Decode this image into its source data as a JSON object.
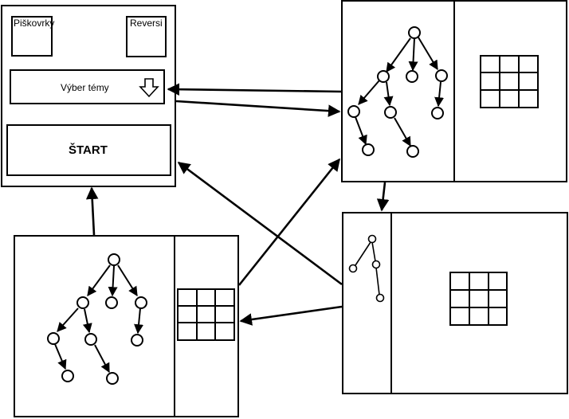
{
  "menu": {
    "game_option_1": "Piškovrky",
    "game_option_2": "Reversi",
    "theme_select": "Výber témy",
    "start_button": "ŠTART"
  },
  "colors": {
    "stroke": "#000000",
    "background": "#ffffff"
  },
  "icons": {
    "theme_select_arrow": "arrow-down-icon"
  }
}
